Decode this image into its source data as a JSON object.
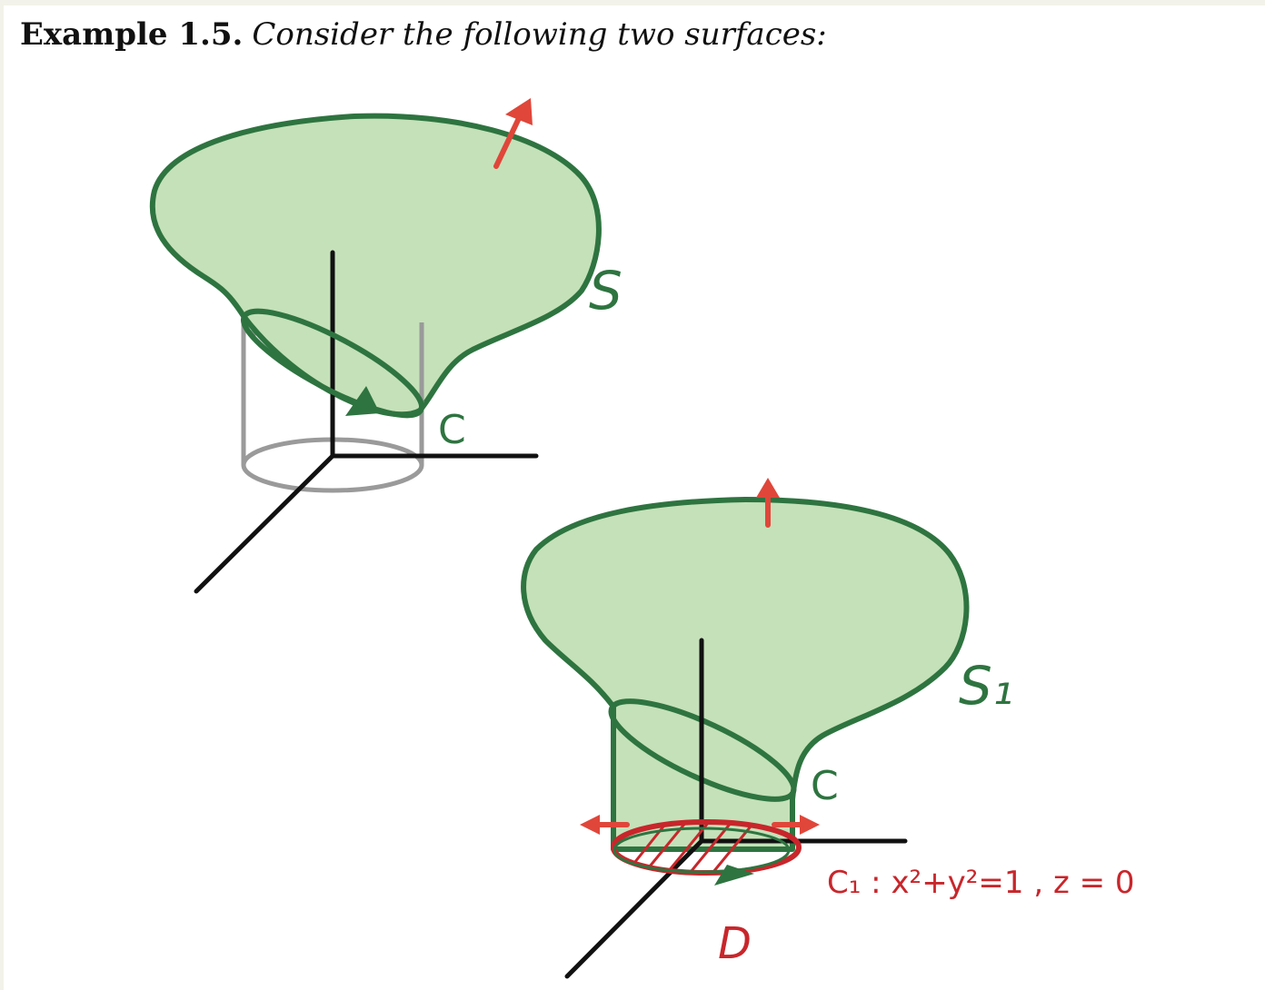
{
  "heading": {
    "label": "Example 1.5.",
    "text": "Consider the following two surfaces:"
  },
  "figure": {
    "colors": {
      "surface_fill": "#c5e1b9",
      "surface_stroke": "#2e7440",
      "axis": "#111111",
      "cylinder": "#9a9a9a",
      "annotation_red": "#e0463a",
      "handwriting_red": "#c8262b"
    },
    "labels": {
      "surface_s": "S",
      "curve_c_top": "C",
      "surface_s1": "S₁",
      "curve_c_bottom": "C",
      "region_d": "D",
      "curve_c1_equation": "C₁ : x²+y²=1 , z = 0"
    }
  }
}
